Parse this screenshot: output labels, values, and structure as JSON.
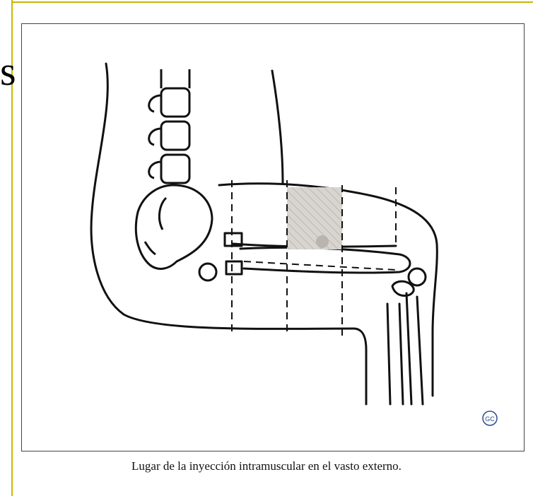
{
  "slide": {
    "partial_heading": "s"
  },
  "figure": {
    "caption": "Lugar de la inyección intramuscular en el vasto externo.",
    "logo_text": "GC"
  },
  "colors": {
    "border_accent": "#c9b800",
    "line": "#111111",
    "hatch_fill": "#d8d4cf",
    "dot": "#b9b4ad"
  }
}
